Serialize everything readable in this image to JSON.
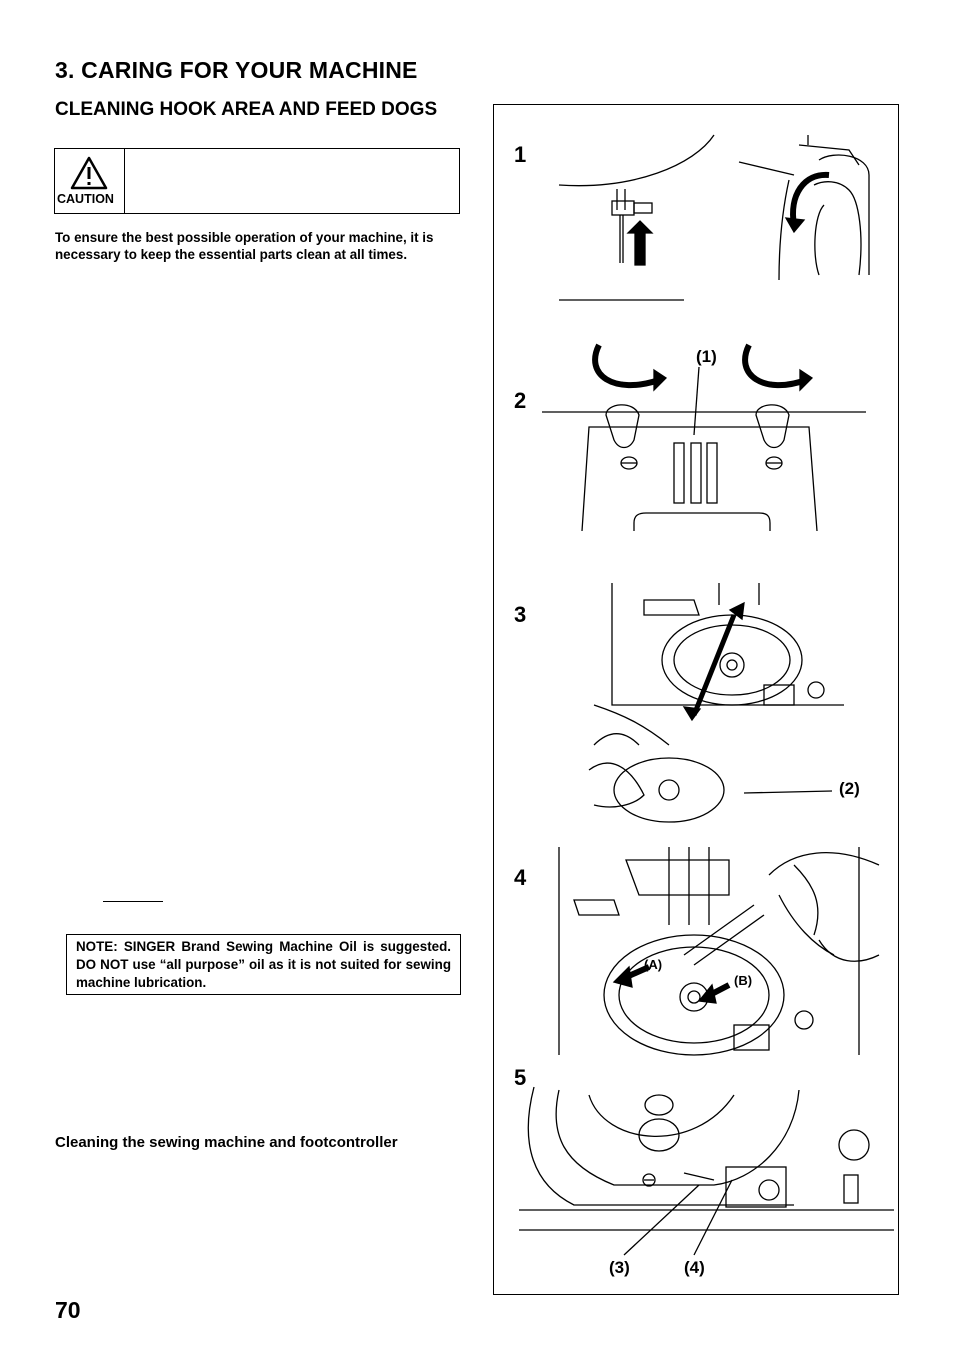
{
  "page": {
    "title": "3. CARING FOR YOUR MACHINE",
    "subtitle": "CLEANING HOOK AREA AND FEED DOGS",
    "page_number": "70"
  },
  "caution": {
    "label": "CAUTION",
    "icon": "warning-triangle-icon"
  },
  "intro_text": "To ensure the best possible operation of your machine, it is necessary to keep the essential parts clean at all times.",
  "note_text": "NOTE: SINGER Brand Sewing Machine Oil is suggested. DO NOT use “all purpose” oil as it is not suited for sewing machine lubrication.",
  "section2_title": "Cleaning the sewing machine and footcontroller",
  "illustrations": {
    "steps": [
      "1",
      "2",
      "3",
      "4",
      "5"
    ],
    "callouts": {
      "c1": "(1)",
      "c2": "(2)",
      "c3": "(3)",
      "c4": "(4)",
      "cA": "(A)",
      "cB": "(B)"
    }
  }
}
